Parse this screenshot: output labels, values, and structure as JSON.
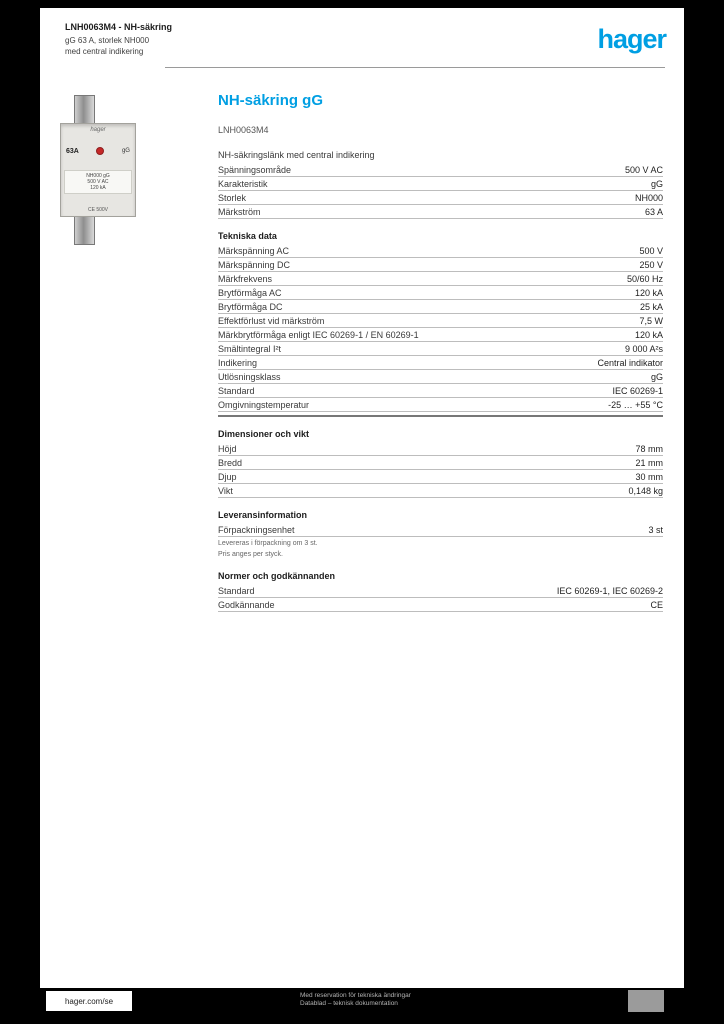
{
  "header": {
    "product_ref_line": "LNH0063M4 - NH-säkring",
    "subtitle_line1": "gG 63 A, storlek NH000",
    "subtitle_line2": "med central indikering",
    "logo": "hager"
  },
  "product_image": {
    "brand": "hager",
    "rating": "63A",
    "characteristic": "gG",
    "label_line1": "NH000 gG",
    "label_line2": "500 V AC",
    "label_line3": "120 kA",
    "bottom_mark": "CE 500V"
  },
  "content": {
    "title": "NH-säkring gG",
    "reference": "LNH0063M4",
    "sections": [
      {
        "heading": null,
        "intro": "NH-säkringslänk med central indikering",
        "rows": [
          {
            "label": "Spänningsområde",
            "value": "500 V AC"
          },
          {
            "label": "Karakteristik",
            "value": "gG"
          },
          {
            "label": "Storlek",
            "value": "NH000"
          },
          {
            "label": "Märkström",
            "value": "63 A"
          }
        ]
      },
      {
        "heading": "Tekniska data",
        "rows": [
          {
            "label": "Märkspänning AC",
            "value": "500 V"
          },
          {
            "label": "Märkspänning DC",
            "value": "250 V"
          },
          {
            "label": "Märkfrekvens",
            "value": "50/60 Hz"
          },
          {
            "label": "Brytförmåga AC",
            "value": "120 kA"
          },
          {
            "label": "Brytförmåga DC",
            "value": "25 kA"
          },
          {
            "label": "Effektförlust vid märkström",
            "value": "7,5 W"
          },
          {
            "label": "Märkbrytförmåga enligt IEC 60269-1 / EN 60269-1",
            "value": "120 kA"
          },
          {
            "label": "Smältintegral I²t",
            "value": "9 000 A²s"
          },
          {
            "label": "Indikering",
            "value": "Central indikator"
          },
          {
            "label": "Utlösningsklass",
            "value": "gG"
          },
          {
            "label": "Standard",
            "value": "IEC 60269-1"
          },
          {
            "label": "Omgivningstemperatur",
            "value": "-25 … +55 °C"
          }
        ],
        "divider": true
      },
      {
        "heading": "Dimensioner och vikt",
        "rows": [
          {
            "label": "Höjd",
            "value": "78 mm"
          },
          {
            "label": "Bredd",
            "value": "21 mm"
          },
          {
            "label": "Djup",
            "value": "30 mm"
          },
          {
            "label": "Vikt",
            "value": "0,148 kg"
          }
        ]
      },
      {
        "heading": "Leveransinformation",
        "rows": [
          {
            "label": "Förpackningsenhet",
            "value": "3 st"
          }
        ],
        "notes": [
          "Levereras i förpackning om 3 st.",
          "Pris anges per styck."
        ]
      },
      {
        "heading": "Normer och godkännanden",
        "rows": [
          {
            "label": "Standard",
            "value": "IEC 60269-1, IEC 60269-2"
          },
          {
            "label": "Godkännande",
            "value": "CE"
          }
        ]
      }
    ]
  },
  "footer": {
    "site": "hager.com/se",
    "note_line1": "Med reservation för tekniska ändringar",
    "note_line2": "Datablad – teknisk dokumentation"
  }
}
